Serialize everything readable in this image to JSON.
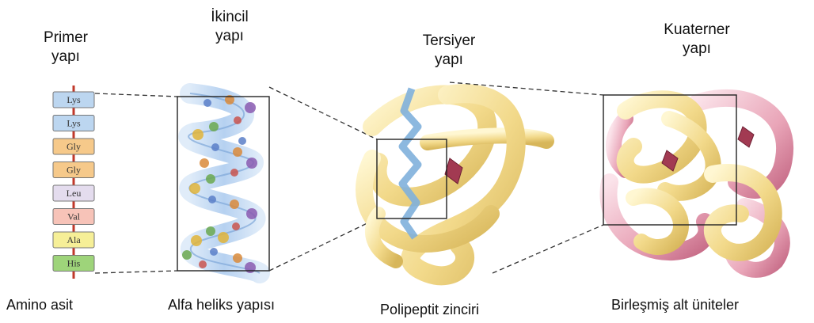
{
  "labels": {
    "primary": {
      "line1": "Primer",
      "line2": "yapı"
    },
    "secondary": {
      "line1": "İkincil",
      "line2": "yapı"
    },
    "tertiary": {
      "line1": "Tersiyer",
      "line2": "yapı"
    },
    "quaternary": {
      "line1": "Kuaterner",
      "line2": "yapı"
    }
  },
  "captions": {
    "primary": "Amino asit",
    "secondary": "Alfa heliks yapısı",
    "tertiary": "Polipeptit zinciri",
    "quaternary": "Birleşmiş alt üniteler"
  },
  "amino_acids": [
    {
      "name": "Lys",
      "color": "#bcd6f0"
    },
    {
      "name": "Lys",
      "color": "#bcd6f0"
    },
    {
      "name": "Gly",
      "color": "#f6c98a"
    },
    {
      "name": "Gly",
      "color": "#f6c98a"
    },
    {
      "name": "Leu",
      "color": "#e4dcee"
    },
    {
      "name": "Val",
      "color": "#f7c3b8"
    },
    {
      "name": "Ala",
      "color": "#f6ef97"
    },
    {
      "name": "His",
      "color": "#9ed47a"
    }
  ],
  "colors": {
    "chain_line": "#c0392b",
    "helix_ribbon": "#8fb8e6",
    "tertiary_ribbon": "#f3dc8c",
    "quaternary_pink": "#e8a3b6",
    "frame": "#222222",
    "dashed_connector": "#333333"
  }
}
